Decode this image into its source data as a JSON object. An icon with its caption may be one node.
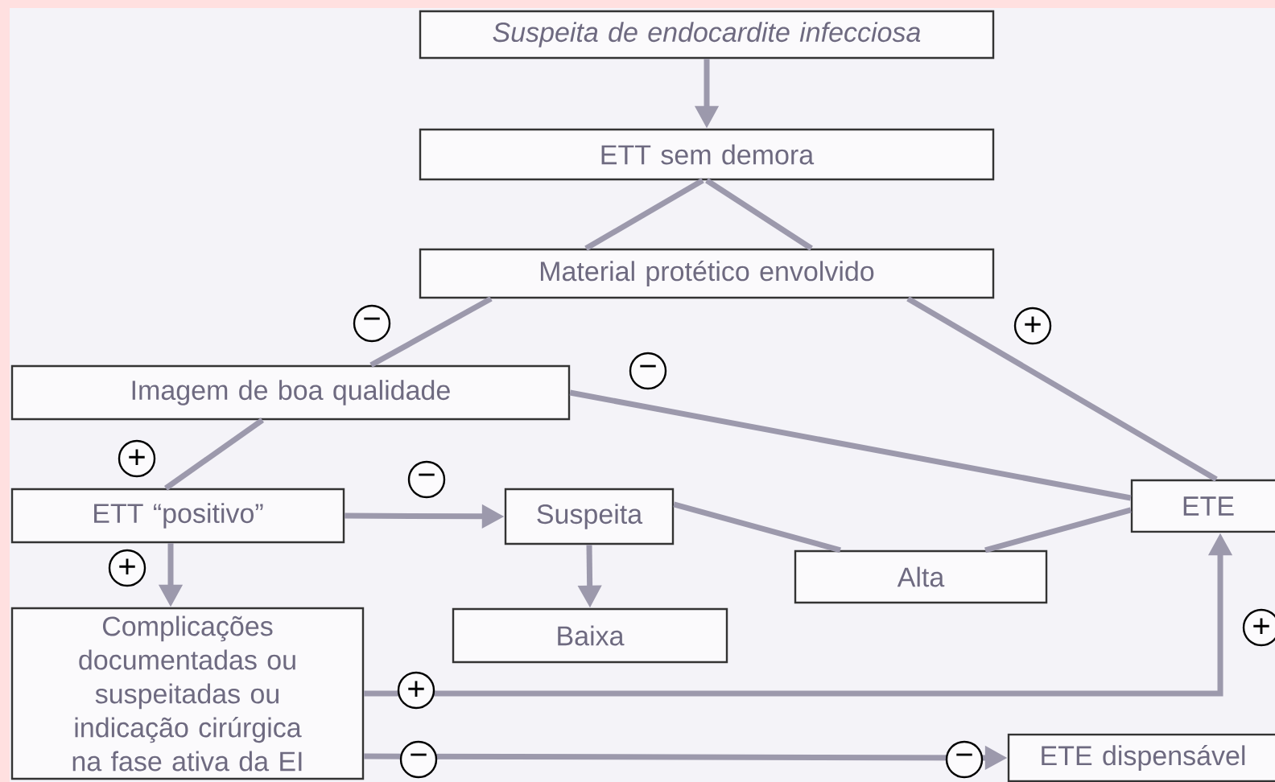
{
  "diagram": {
    "nodes": [
      {
        "text": [
          "Suspeita de endocardite infecciosa"
        ]
      },
      {
        "text": [
          "ETT sem demora"
        ]
      },
      {
        "text": [
          "Material protético envolvido"
        ]
      },
      {
        "text": [
          "Imagem de boa qualidade"
        ]
      },
      {
        "text": [
          "ETT “positivo”"
        ]
      },
      {
        "text": [
          "Suspeita"
        ]
      },
      {
        "text": [
          "ETE"
        ]
      },
      {
        "text": [
          "Alta"
        ]
      },
      {
        "text": [
          "Baixa"
        ]
      },
      {
        "text": [
          "Complicações documentadas ou suspeitadas ou indicação cirúrgica na fase ativa da EI"
        ]
      },
      {
        "text": [
          "ETE dispensável"
        ]
      }
    ],
    "edges": [
      {
        "from": 0,
        "to": 1,
        "arrow": "to"
      },
      {
        "from": 1,
        "to": 2,
        "arrow": "none"
      },
      {
        "from": 1,
        "to": 2,
        "arrow": "none"
      },
      {
        "from": 2,
        "to": 3,
        "arrow": "none",
        "label": "−"
      },
      {
        "from": 2,
        "to": 6,
        "arrow": "none",
        "label": "+"
      },
      {
        "from": 3,
        "to": 6,
        "arrow": "none",
        "label": "−"
      },
      {
        "from": 3,
        "to": 4,
        "arrow": "none",
        "label": "+"
      },
      {
        "from": 4,
        "to": 5,
        "arrow": "to",
        "label": "−"
      },
      {
        "from": 4,
        "to": 9,
        "arrow": "to",
        "label": "+"
      },
      {
        "from": 5,
        "to": 8,
        "arrow": "to"
      },
      {
        "from": 5,
        "to": 7,
        "arrow": "none"
      },
      {
        "from": 7,
        "to": 6,
        "arrow": "none"
      },
      {
        "from": 9,
        "to": 6,
        "arrow": "to",
        "label": "+"
      },
      {
        "from": 9,
        "to": 10,
        "arrow": "to",
        "label": "−"
      }
    ],
    "labels": [
      "+",
      "−"
    ]
  }
}
